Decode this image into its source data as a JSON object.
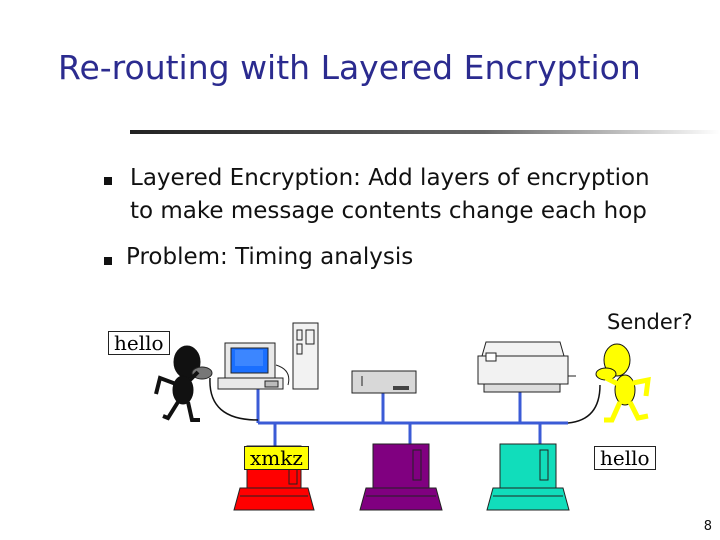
{
  "title": "Re-routing with Layered Encryption",
  "bullets": [
    {
      "line1": "Layered Encryption:  Add layers of encryption",
      "line2": "to make message contents change each hop"
    },
    {
      "line1": "Problem: Timing analysis"
    }
  ],
  "labels": {
    "hello_left": "hello",
    "sender": "Sender?",
    "xmkz": "xmkz",
    "hello_right": "hello"
  },
  "page_number": "8",
  "colors": {
    "title": "#2b2b8f",
    "network_line": "#3b5bd6",
    "computer_red": "#ff0000",
    "computer_purple": "#800080",
    "computer_teal": "#11ddbb",
    "figure_yellow": "#ffff00",
    "xmkz_highlight": "#ffff00"
  },
  "icons": [
    "person-black-phone-icon",
    "desktop-computer-icon",
    "tower-case-icon",
    "network-hub-icon",
    "printer-icon",
    "person-yellow-phone-icon",
    "red-computer-icon",
    "purple-computer-icon",
    "teal-computer-icon"
  ]
}
